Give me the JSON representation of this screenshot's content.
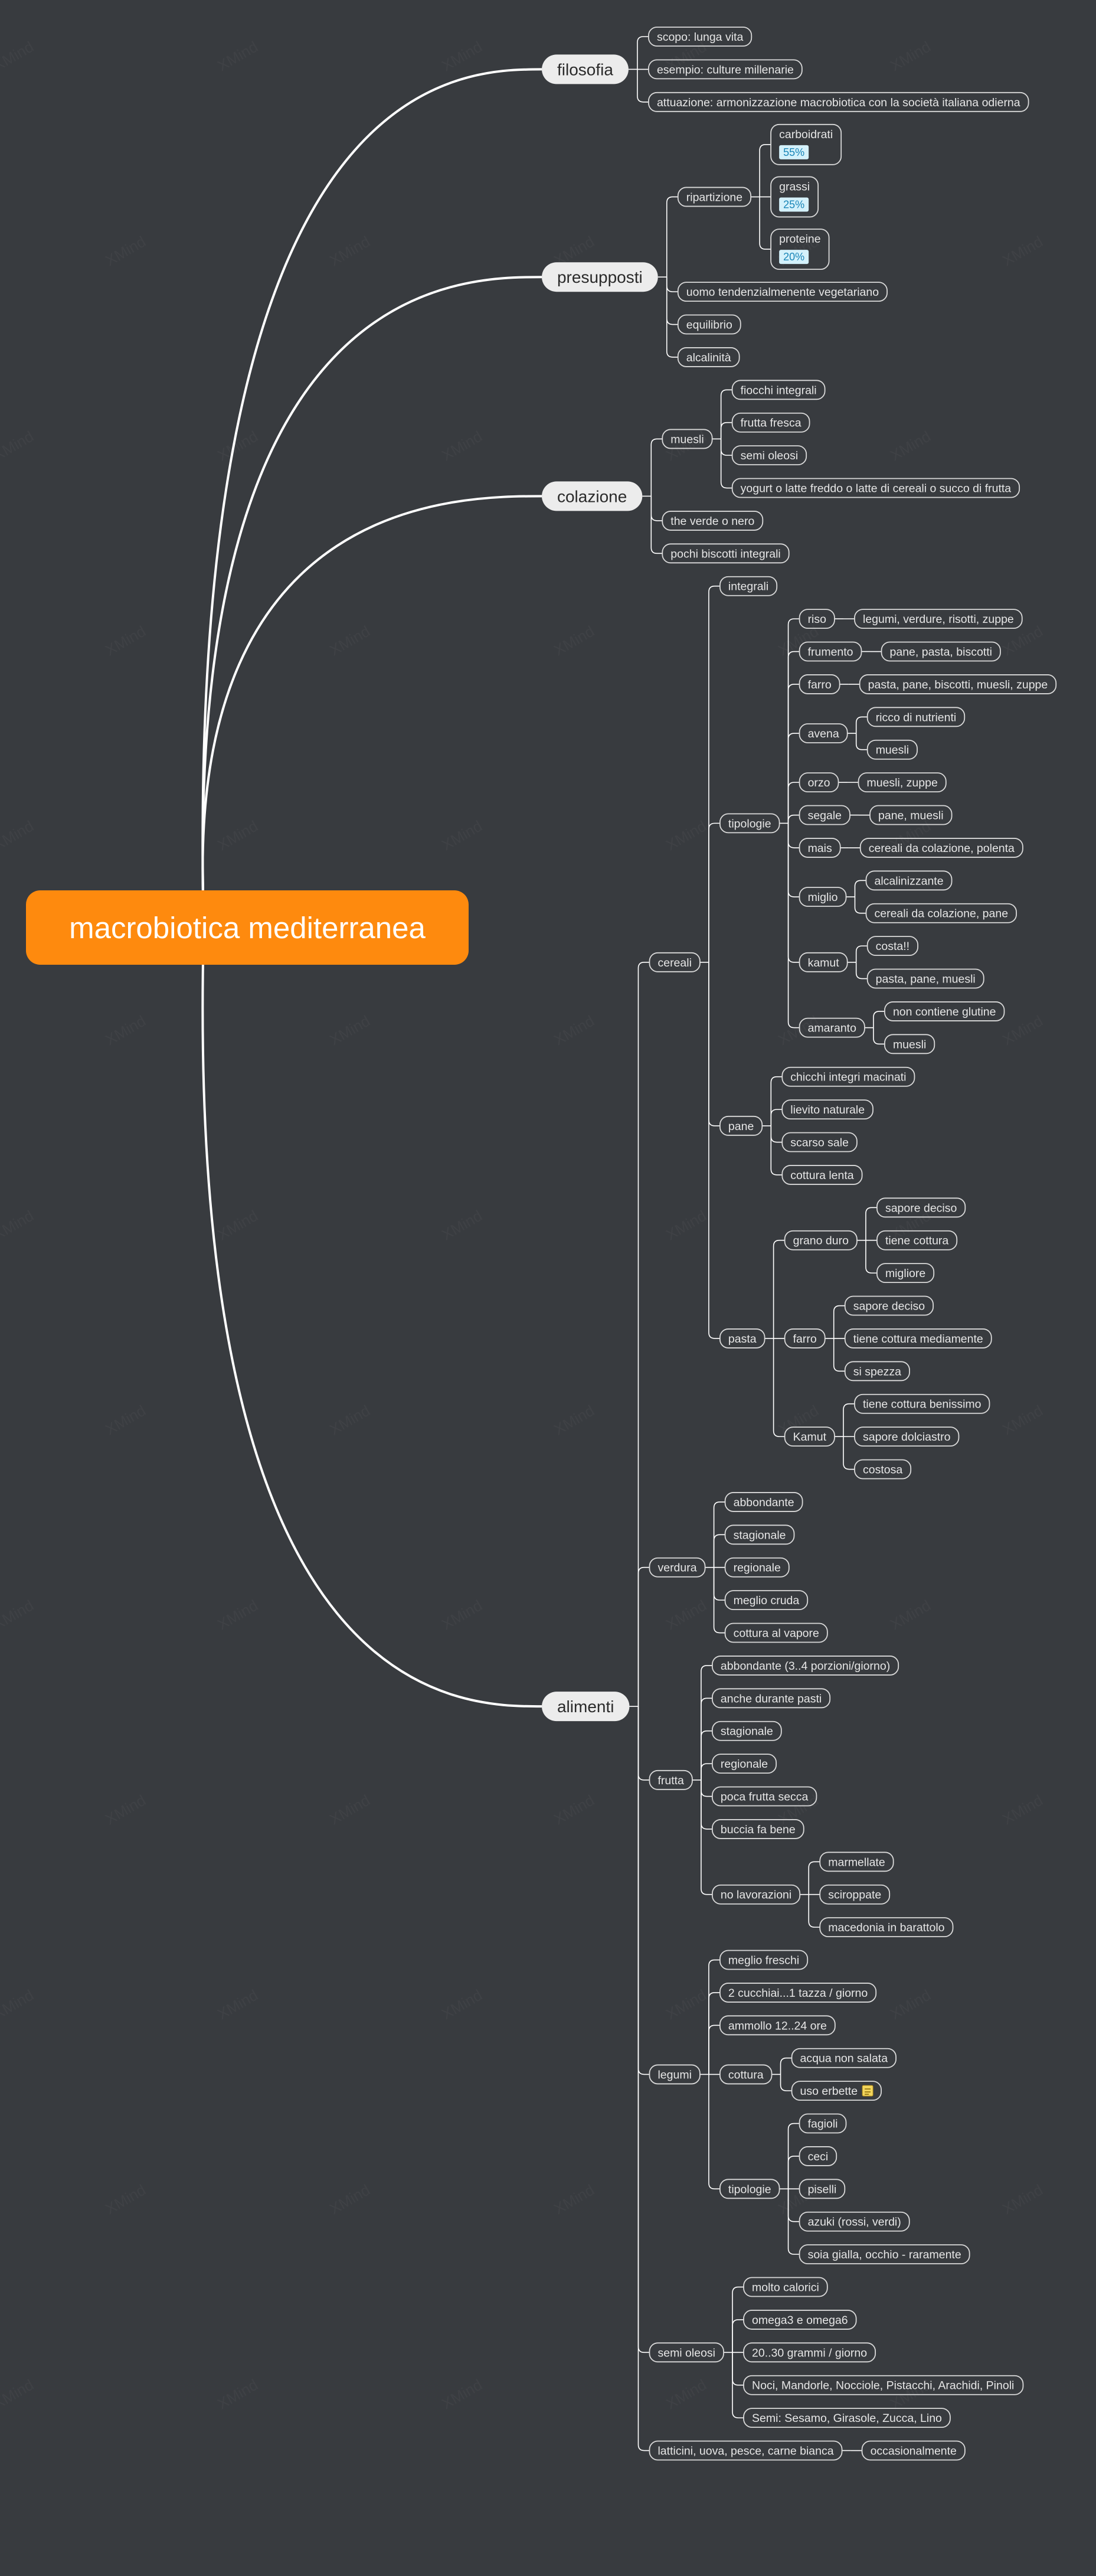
{
  "theme": {
    "background": "#383b3f",
    "root_fill": "#fe8a0e",
    "main_fill": "#ececec",
    "main_text": "#2a2a2a",
    "line_color": "#ffffff",
    "pill_text": "#e6e6e6",
    "pill_border": "#d9d9d9",
    "badge_fill": "#d4f1fb",
    "badge_text": "#1a86b8"
  },
  "watermark": "XMind",
  "root": {
    "label": "macrobiotica mediterranea",
    "children": [
      {
        "label": "filosofia",
        "children": [
          {
            "label": "scopo: lunga vita"
          },
          {
            "label": "esempio: culture millenarie"
          },
          {
            "label": "attuazione: armonizzazione macrobiotica con la società italiana odierna"
          }
        ]
      },
      {
        "label": "presupposti",
        "children": [
          {
            "label": "ripartizione",
            "children": [
              {
                "label": "carboidrati",
                "badge": "55%"
              },
              {
                "label": "grassi",
                "badge": "25%"
              },
              {
                "label": "proteine",
                "badge": "20%"
              }
            ]
          },
          {
            "label": "uomo tendenzialmenente vegetariano"
          },
          {
            "label": "equilibrio"
          },
          {
            "label": "alcalinità"
          }
        ]
      },
      {
        "label": "colazione",
        "children": [
          {
            "label": "muesli",
            "children": [
              {
                "label": "fiocchi integrali"
              },
              {
                "label": "frutta fresca"
              },
              {
                "label": "semi oleosi"
              },
              {
                "label": "yogurt o latte freddo o latte di cereali o succo di frutta"
              }
            ]
          },
          {
            "label": "the verde o nero"
          },
          {
            "label": "pochi biscotti integrali"
          }
        ]
      },
      {
        "label": "alimenti",
        "children": [
          {
            "label": "cereali",
            "children": [
              {
                "label": "integrali"
              },
              {
                "label": "tipologie",
                "children": [
                  {
                    "label": "riso",
                    "children": [
                      {
                        "label": "legumi, verdure, risotti, zuppe"
                      }
                    ]
                  },
                  {
                    "label": "frumento",
                    "children": [
                      {
                        "label": "pane, pasta, biscotti"
                      }
                    ]
                  },
                  {
                    "label": "farro",
                    "children": [
                      {
                        "label": "pasta, pane, biscotti, muesli, zuppe"
                      }
                    ]
                  },
                  {
                    "label": "avena",
                    "children": [
                      {
                        "label": "ricco di nutrienti"
                      },
                      {
                        "label": "muesli"
                      }
                    ]
                  },
                  {
                    "label": "orzo",
                    "children": [
                      {
                        "label": "muesli, zuppe"
                      }
                    ]
                  },
                  {
                    "label": "segale",
                    "children": [
                      {
                        "label": "pane, muesli"
                      }
                    ]
                  },
                  {
                    "label": "mais",
                    "children": [
                      {
                        "label": "cereali da colazione, polenta"
                      }
                    ]
                  },
                  {
                    "label": "miglio",
                    "children": [
                      {
                        "label": "alcalinizzante"
                      },
                      {
                        "label": "cereali da colazione, pane"
                      }
                    ]
                  },
                  {
                    "label": "kamut",
                    "children": [
                      {
                        "label": "costa!!"
                      },
                      {
                        "label": "pasta, pane, muesli"
                      }
                    ]
                  },
                  {
                    "label": "amaranto",
                    "children": [
                      {
                        "label": "non contiene glutine"
                      },
                      {
                        "label": "muesli"
                      }
                    ]
                  }
                ]
              },
              {
                "label": "pane",
                "children": [
                  {
                    "label": "chicchi integri macinati"
                  },
                  {
                    "label": "lievito naturale"
                  },
                  {
                    "label": "scarso sale"
                  },
                  {
                    "label": "cottura lenta"
                  }
                ]
              },
              {
                "label": "pasta",
                "children": [
                  {
                    "label": "grano duro",
                    "children": [
                      {
                        "label": "sapore deciso"
                      },
                      {
                        "label": "tiene cottura"
                      },
                      {
                        "label": "migliore"
                      }
                    ]
                  },
                  {
                    "label": "farro",
                    "children": [
                      {
                        "label": "sapore deciso"
                      },
                      {
                        "label": "tiene cottura mediamente"
                      },
                      {
                        "label": "si spezza"
                      }
                    ]
                  },
                  {
                    "label": "Kamut",
                    "children": [
                      {
                        "label": "tiene cottura benissimo"
                      },
                      {
                        "label": "sapore dolciastro"
                      },
                      {
                        "label": "costosa"
                      }
                    ]
                  }
                ]
              }
            ]
          },
          {
            "label": "verdura",
            "children": [
              {
                "label": "abbondante"
              },
              {
                "label": "stagionale"
              },
              {
                "label": "regionale"
              },
              {
                "label": "meglio cruda"
              },
              {
                "label": "cottura al vapore"
              }
            ]
          },
          {
            "label": "frutta",
            "children": [
              {
                "label": "abbondante (3..4 porzioni/giorno)"
              },
              {
                "label": "anche durante pasti"
              },
              {
                "label": "stagionale"
              },
              {
                "label": "regionale"
              },
              {
                "label": "poca frutta secca"
              },
              {
                "label": "buccia fa bene"
              },
              {
                "label": "no lavorazioni",
                "children": [
                  {
                    "label": "marmellate"
                  },
                  {
                    "label": "sciroppate"
                  },
                  {
                    "label": "macedonia in barattolo"
                  }
                ]
              }
            ]
          },
          {
            "label": "legumi",
            "children": [
              {
                "label": "meglio freschi"
              },
              {
                "label": "2 cucchiai...1 tazza / giorno"
              },
              {
                "label": "ammollo 12..24 ore"
              },
              {
                "label": "cottura",
                "children": [
                  {
                    "label": "acqua non salata"
                  },
                  {
                    "label": "uso erbette",
                    "icon": "note-icon"
                  }
                ]
              },
              {
                "label": "tipologie",
                "children": [
                  {
                    "label": "fagioli"
                  },
                  {
                    "label": "ceci"
                  },
                  {
                    "label": "piselli"
                  },
                  {
                    "label": "azuki (rossi, verdi)"
                  },
                  {
                    "label": "soia gialla, occhio - raramente"
                  }
                ]
              }
            ]
          },
          {
            "label": "semi oleosi",
            "children": [
              {
                "label": "molto calorici"
              },
              {
                "label": "omega3 e omega6"
              },
              {
                "label": "20..30 grammi / giorno"
              },
              {
                "label": "Noci, Mandorle, Nocciole, Pistacchi, Arachidi, Pinoli"
              },
              {
                "label": "Semi: Sesamo, Girasole, Zucca, Lino"
              }
            ]
          },
          {
            "label": "latticini, uova, pesce, carne bianca",
            "children": [
              {
                "label": "occasionalmente"
              }
            ]
          }
        ]
      }
    ]
  }
}
